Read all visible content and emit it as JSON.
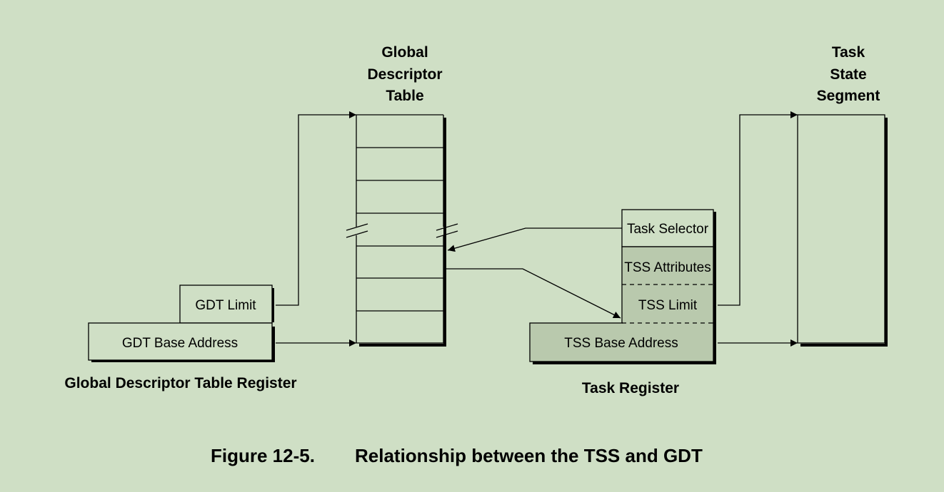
{
  "gdt": {
    "title_lines": [
      "Global",
      "Descriptor",
      "Table"
    ]
  },
  "tss_segment": {
    "title_lines": [
      "Task",
      "State",
      "Segment"
    ]
  },
  "gdtr": {
    "limit": "GDT Limit",
    "base": "GDT Base Address",
    "label": "Global Descriptor Table Register"
  },
  "task_register": {
    "selector": "Task Selector",
    "attributes": "TSS Attributes",
    "limit": "TSS Limit",
    "base": "TSS Base Address",
    "label": "Task Register"
  },
  "caption": {
    "number": "Figure 12-5.",
    "title": "Relationship between the TSS and GDT"
  },
  "colors": {
    "background": "#cfdfc5",
    "box_fill": "#cfdfc5",
    "shaded_fill": "#b9c9ad",
    "stroke": "#000000"
  }
}
